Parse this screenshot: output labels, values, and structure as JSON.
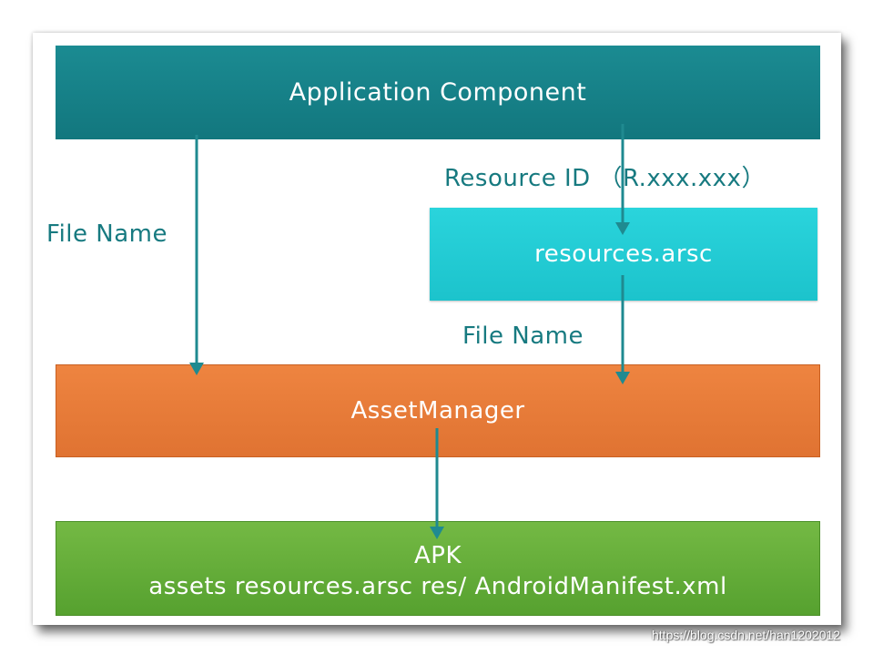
{
  "diagram": {
    "application_component": "Application Component",
    "resources_arsc": "resources.arsc",
    "asset_manager": "AssetManager",
    "apk_title": "APK",
    "apk_contents": "assets resources.arsc res/ AndroidManifest.xml",
    "label_file_name_left": "File Name",
    "label_resource_id": "Resource ID （R.xxx.xxx）",
    "label_file_name_right": "File Name"
  },
  "colors": {
    "application_component": "#1b8b92",
    "resources_arsc": "#2ad4dc",
    "asset_manager": "#ee8440",
    "apk": "#6ab23b",
    "arrow": "#1f8a90",
    "label": "#177a80"
  },
  "watermark": "https://blog.csdn.net/han1202012"
}
